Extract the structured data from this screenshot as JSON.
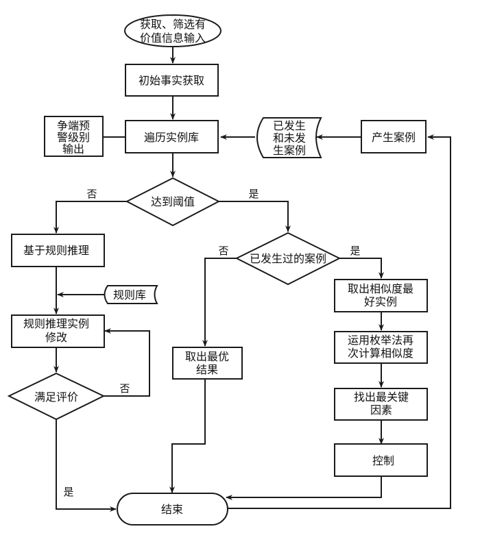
{
  "diagram": {
    "type": "flowchart",
    "nodes": {
      "start": {
        "lines": [
          "获取、筛选有",
          "价值信息输入"
        ],
        "shape": "ellipse"
      },
      "initial_facts": {
        "lines": [
          "初始事实获取"
        ],
        "shape": "rect"
      },
      "traverse_library": {
        "lines": [
          "遍历实例库"
        ],
        "shape": "rect"
      },
      "warning_output": {
        "lines": [
          "争端预",
          "警级别",
          "输出"
        ],
        "shape": "rect"
      },
      "case_store": {
        "lines": [
          "已发生",
          "和未发",
          "生案例"
        ],
        "shape": "stored-data"
      },
      "generate_case": {
        "lines": [
          "产生案例"
        ],
        "shape": "rect"
      },
      "threshold_decision": {
        "lines": [
          "达到阈值"
        ],
        "shape": "diamond"
      },
      "rule_reasoning": {
        "lines": [
          "基于规则推理"
        ],
        "shape": "rect"
      },
      "rule_library": {
        "lines": [
          "规则库"
        ],
        "shape": "stored-data"
      },
      "rule_revision": {
        "lines": [
          "规则推理实例",
          "修改"
        ],
        "shape": "rect"
      },
      "evaluation_decision": {
        "lines": [
          "满足评价"
        ],
        "shape": "diamond"
      },
      "occurred_decision": {
        "lines": [
          "已发生过的案例"
        ],
        "shape": "diamond"
      },
      "best_result": {
        "lines": [
          "取出最优",
          "结果"
        ],
        "shape": "rect"
      },
      "best_similarity": {
        "lines": [
          "取出相似度最",
          "好实例"
        ],
        "shape": "rect"
      },
      "recompute": {
        "lines": [
          "运用枚举法再",
          "次计算相似度"
        ],
        "shape": "rect"
      },
      "key_factor": {
        "lines": [
          "找出最关键",
          "因素"
        ],
        "shape": "rect"
      },
      "control": {
        "lines": [
          "控制"
        ],
        "shape": "rect"
      },
      "end": {
        "lines": [
          "结束"
        ],
        "shape": "terminal"
      }
    },
    "edge_labels": {
      "threshold_no": "否",
      "threshold_yes": "是",
      "occurred_no": "否",
      "occurred_yes": "是",
      "evaluation_no": "否",
      "evaluation_yes": "是"
    },
    "edges": [
      {
        "from": "start",
        "to": "initial_facts"
      },
      {
        "from": "initial_facts",
        "to": "traverse_library"
      },
      {
        "from": "traverse_library",
        "to": "warning_output"
      },
      {
        "from": "case_store",
        "to": "traverse_library"
      },
      {
        "from": "generate_case",
        "to": "case_store"
      },
      {
        "from": "traverse_library",
        "to": "threshold_decision"
      },
      {
        "from": "threshold_decision",
        "to": "rule_reasoning",
        "label": "否"
      },
      {
        "from": "threshold_decision",
        "to": "occurred_decision",
        "label": "是"
      },
      {
        "from": "rule_reasoning",
        "to": "rule_revision"
      },
      {
        "from": "rule_library",
        "to": "rule_reasoning->rule_revision"
      },
      {
        "from": "rule_revision",
        "to": "evaluation_decision"
      },
      {
        "from": "evaluation_decision",
        "to": "rule_revision",
        "label": "否"
      },
      {
        "from": "evaluation_decision",
        "to": "end",
        "label": "是"
      },
      {
        "from": "occurred_decision",
        "to": "best_result",
        "label": "否"
      },
      {
        "from": "occurred_decision",
        "to": "best_similarity",
        "label": "是"
      },
      {
        "from": "best_similarity",
        "to": "recompute"
      },
      {
        "from": "recompute",
        "to": "key_factor"
      },
      {
        "from": "key_factor",
        "to": "control"
      },
      {
        "from": "best_result",
        "to": "end"
      },
      {
        "from": "control",
        "to": "end"
      },
      {
        "from": "end",
        "to": "generate_case"
      }
    ]
  }
}
